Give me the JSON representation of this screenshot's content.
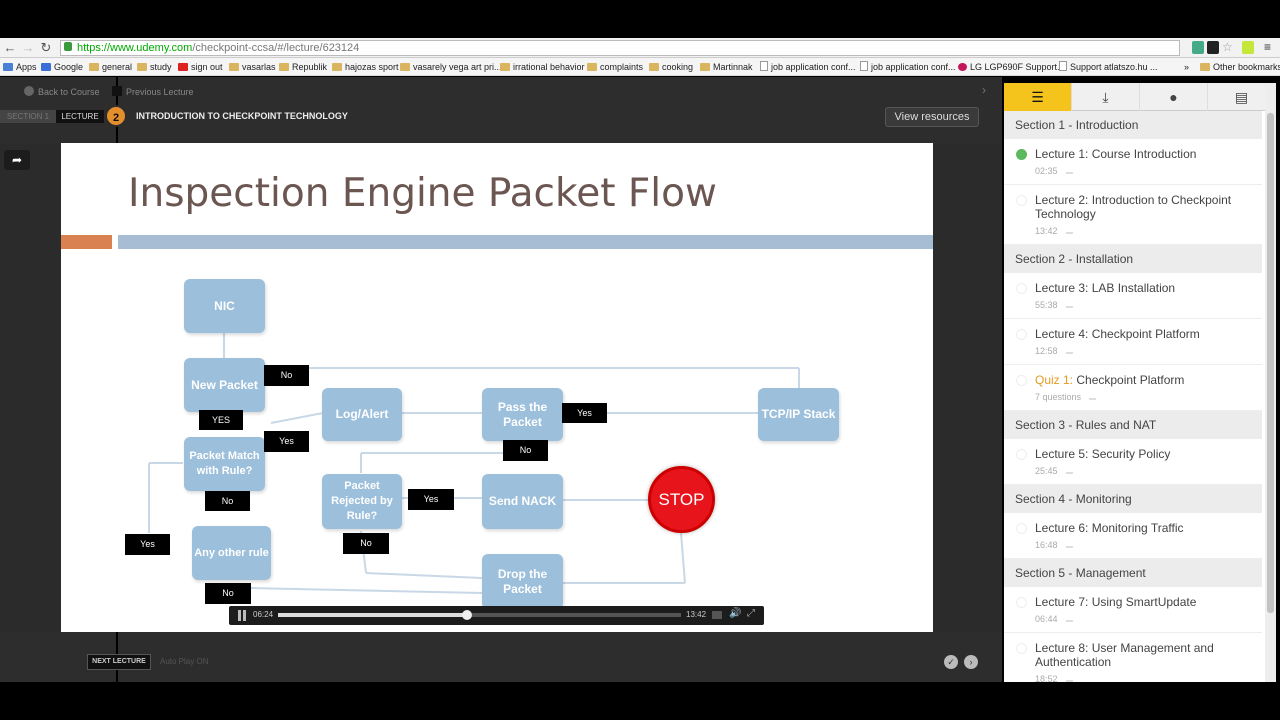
{
  "browser": {
    "url_host": "https://www.udemy.com",
    "url_path": "/checkpoint-ccsa/#/lecture/623124",
    "bookmarks": [
      "Apps",
      "Google",
      "general",
      "study",
      "sign out",
      "vasarlas",
      "Republik",
      "hajozas sport",
      "vasarely vega art pri...",
      "irrational behavior",
      "complaints",
      "cooking",
      "Martinnak",
      "job application conf...",
      "job application conf...",
      "LG LGP690F Support...",
      "Support atlatszo.hu ..."
    ],
    "other_bookmarks": "Other bookmarks"
  },
  "player": {
    "back_label": "Back to Course",
    "prev_label": "Previous Lecture",
    "section_label": "SECTION 1",
    "lecture_label": "LECTURE",
    "lecture_number": "2",
    "lecture_title": "INTRODUCTION TO CHECKPOINT TECHNOLOGY",
    "view_resources": "View resources",
    "current_time": "06:24",
    "duration": "13:42",
    "progress": 0.47,
    "next_lecture": "NEXT LECTURE",
    "autoplay": "Auto Play ON"
  },
  "slide": {
    "title": "Inspection Engine Packet Flow",
    "nodes": {
      "nic": "NIC",
      "new_packet": "New Packet",
      "packet_match": "Packet Match with Rule?",
      "any_other": "Any other rule",
      "log_alert": "Log/Alert",
      "pass_packet": "Pass the Packet",
      "tcpip": "TCP/IP Stack",
      "rejected": "Packet Rejected by Rule?",
      "send_nack": "Send NACK",
      "drop": "Drop the Packet",
      "stop": "STOP"
    },
    "labels": {
      "no1": "No",
      "yes1": "YES",
      "yes2": "Yes",
      "no2": "No",
      "yes3": "Yes",
      "yes_pass": "Yes",
      "no_pass": "No",
      "yes_rej": "Yes",
      "no_rej": "No",
      "no_any": "No"
    }
  },
  "sidebar": {
    "sections": [
      {
        "title": "Section 1 - Introduction",
        "lectures": [
          {
            "title": "Lecture 1: Course Introduction",
            "meta": "02:35",
            "done": true
          },
          {
            "title": "Lecture 2: Introduction to Checkpoint Technology",
            "meta": "13:42",
            "done": false
          }
        ]
      },
      {
        "title": "Section 2 - Installation",
        "lectures": [
          {
            "title": "Lecture 3: LAB Installation",
            "meta": "55:38",
            "done": false
          },
          {
            "title": "Lecture 4: Checkpoint Platform",
            "meta": "12:58",
            "done": false
          },
          {
            "quiz": "Quiz 1:",
            "title": "Checkpoint Platform",
            "meta": "7 questions",
            "done": false
          }
        ]
      },
      {
        "title": "Section 3 - Rules and NAT",
        "lectures": [
          {
            "title": "Lecture 5: Security Policy",
            "meta": "25:45",
            "done": false
          }
        ]
      },
      {
        "title": "Section 4 - Monitoring",
        "lectures": [
          {
            "title": "Lecture 6: Monitoring Traffic",
            "meta": "16:48",
            "done": false
          }
        ]
      },
      {
        "title": "Section 5 - Management",
        "lectures": [
          {
            "title": "Lecture 7: Using SmartUpdate",
            "meta": "06:44",
            "done": false
          },
          {
            "title": "Lecture 8: User Management and Authentication",
            "meta": "18:52",
            "done": false
          },
          {
            "title": "Lecture 9: Identity Awareness",
            "meta": "",
            "done": false
          }
        ]
      }
    ]
  }
}
